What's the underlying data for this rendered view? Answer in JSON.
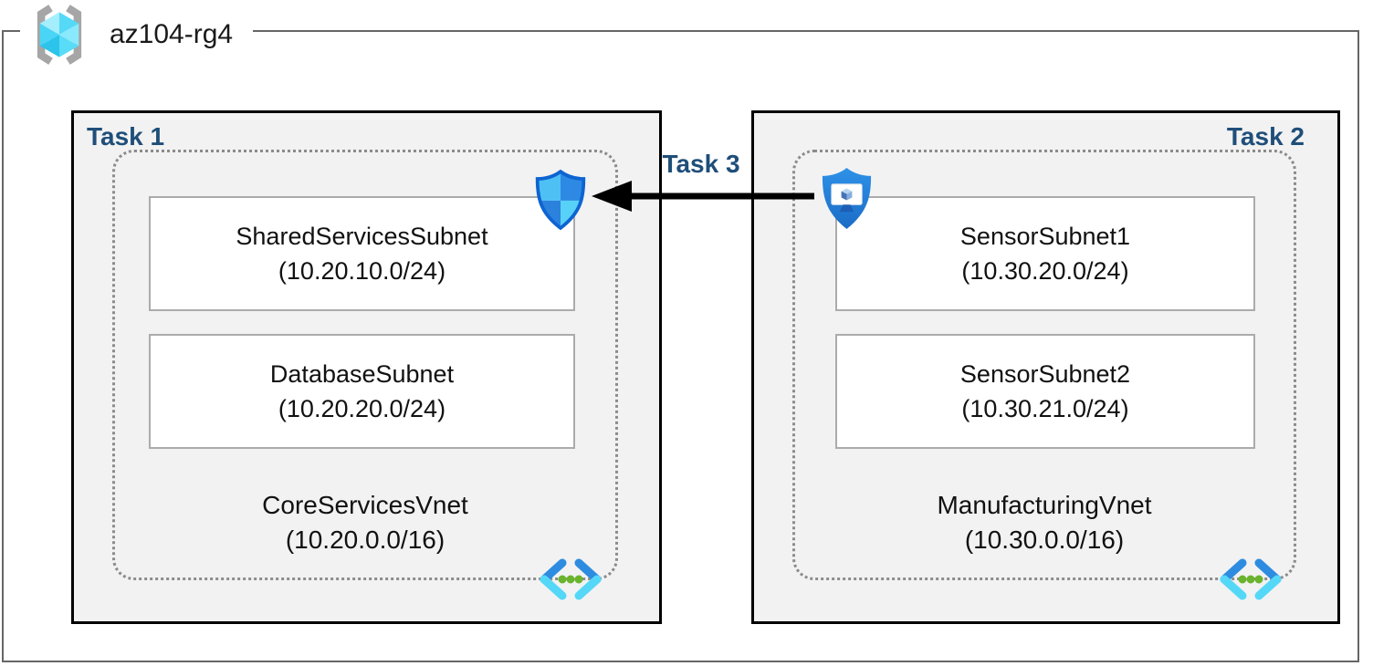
{
  "resource_group": {
    "name": "az104-rg4",
    "icon": "resource-group-icon"
  },
  "labels": {
    "task1": "Task 1",
    "task2": "Task 2",
    "task3": "Task 3"
  },
  "vnets": [
    {
      "name": "CoreServicesVnet",
      "cidr": "(10.20.0.0/16)",
      "icon": "virtual-network-icon",
      "badge_icon": "defender-shield-icon",
      "subnets": [
        {
          "name": "SharedServicesSubnet",
          "cidr": "(10.20.10.0/24)"
        },
        {
          "name": "DatabaseSubnet",
          "cidr": "(10.20.20.0/24)"
        }
      ]
    },
    {
      "name": "ManufacturingVnet",
      "cidr": "(10.30.0.0/16)",
      "icon": "virtual-network-icon",
      "badge_icon": "bastion-shield-icon",
      "subnets": [
        {
          "name": "SensorSubnet1",
          "cidr": "(10.30.20.0/24)"
        },
        {
          "name": "SensorSubnet2",
          "cidr": "(10.30.21.0/24)"
        }
      ]
    }
  ],
  "connection": {
    "label": "Task 3",
    "from": "ManufacturingVnet",
    "to": "CoreServicesVnet",
    "direction": "right-to-left"
  },
  "colors": {
    "task_label": "#1f4e79",
    "task_box_fill": "#f2f2f2",
    "task_box_border": "#000000",
    "rg_border": "#666666",
    "vnet_dotted_border": "#8c8c8c",
    "subnet_border": "#ababab",
    "arrow": "#000000",
    "shield_light_blue": "#4fc0f4",
    "shield_dark_blue": "#2d89e3",
    "vnet_icon_green": "#6ab32e"
  }
}
